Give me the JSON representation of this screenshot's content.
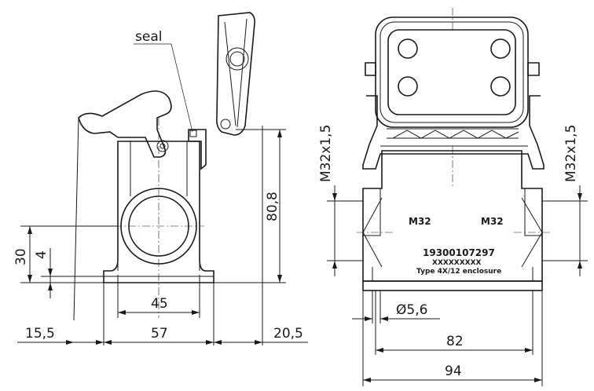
{
  "labels": {
    "seal": "seal",
    "m32_left": "M32",
    "m32_right": "M32",
    "part_number": "19300107297",
    "serial": "XXXXXXXXX",
    "enclosure": "Type 4X/12 enclosure"
  },
  "dimensions": {
    "d_30": "30",
    "d_4": "4",
    "d_80_8": "80,8",
    "d_45": "45",
    "d_57": "57",
    "d_15_5": "15,5",
    "d_20_5": "20,5",
    "thread_left": "M32x1,5",
    "thread_right": "M32x1,5",
    "d_hole": "Ø5,6",
    "d_82": "82",
    "d_94": "94"
  }
}
